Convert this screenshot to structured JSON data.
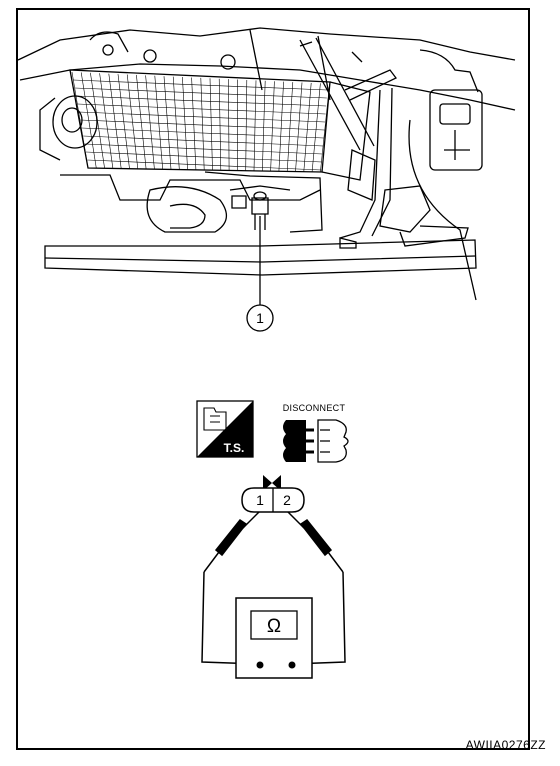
{
  "callout": {
    "number": "1"
  },
  "icons": {
    "ts_label": "T.S.",
    "disconnect_label": "DISCONNECT",
    "ts_icon": "ts-icon",
    "disconnect_icon": "disconnect-connector-icon"
  },
  "connector": {
    "pin_1": "1",
    "pin_2": "2"
  },
  "meter": {
    "symbol": "Ω"
  },
  "figure_code": "AWIIA0276ZZ"
}
